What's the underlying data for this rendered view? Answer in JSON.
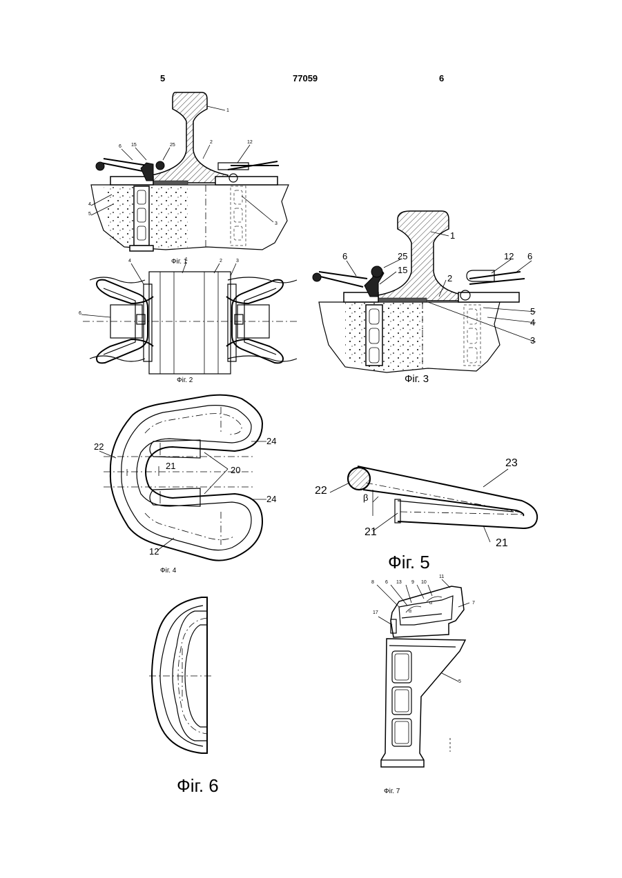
{
  "header": {
    "left_page": "5",
    "doc_number": "77059",
    "right_page": "6"
  },
  "figures": [
    {
      "caption": "Фіг. 1",
      "labels": [
        "1",
        "2",
        "3",
        "4",
        "5",
        "6",
        "12",
        "15",
        "25"
      ]
    },
    {
      "caption": "Фіг. 2",
      "labels": [
        "1",
        "2",
        "3",
        "4",
        "6"
      ]
    },
    {
      "caption": "Фіг. 3",
      "labels": [
        "1",
        "2",
        "3",
        "4",
        "5",
        "6",
        "6",
        "12",
        "15",
        "25"
      ]
    },
    {
      "caption": "Фіг. 4",
      "labels": [
        "12",
        "20",
        "21",
        "22",
        "24",
        "24"
      ]
    },
    {
      "caption": "Фіг. 5",
      "labels": [
        "21",
        "21",
        "22",
        "23"
      ],
      "angle_symbol": "β"
    },
    {
      "caption": "Фіг. 6",
      "labels": []
    },
    {
      "caption": "Фіг. 7",
      "labels": [
        "5",
        "6",
        "7",
        "8",
        "9",
        "10",
        "11",
        "13",
        "17"
      ],
      "angle_symbol": "α"
    }
  ]
}
